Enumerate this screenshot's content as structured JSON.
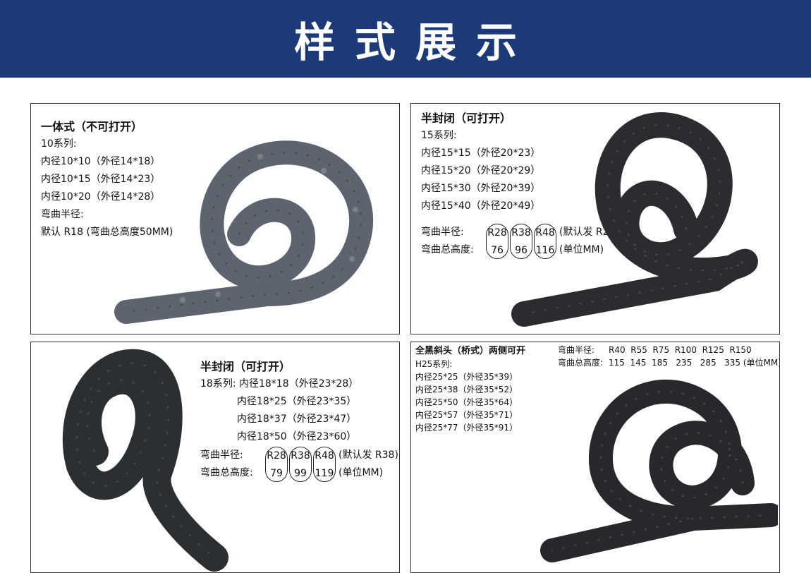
{
  "banner": {
    "title": "样式展示"
  },
  "panel1": {
    "heading": "一体式（不可打开）",
    "series": "10系列:",
    "sizes": [
      "内径10*10（外径14*18）",
      "内径10*15（外径14*23）",
      "内径10*20（外径14*28）"
    ],
    "bend_label": "弯曲半径:",
    "bend_default": "默认 R18 (弯曲总高度50MM)"
  },
  "panel2": {
    "heading": "半封闭（可打开）",
    "series": "15系列:",
    "sizes": [
      "内径15*15（外径20*23）",
      "内径15*20（外径20*29）",
      "内径15*30（外径20*39）",
      "内径15*40（外径20*49）"
    ],
    "bend_label": "弯曲半径:",
    "height_label": "弯曲总高度:",
    "radii": [
      "R28",
      "R38",
      "R48"
    ],
    "heights": [
      "76",
      "96",
      "116"
    ],
    "default_note": "(默认发 R28)",
    "unit_note": "(单位MM)"
  },
  "panel3": {
    "heading": "半封闭（可打开）",
    "series": "18系列:",
    "sizes": [
      "内径18*18（外径23*28）",
      "内径18*25（外径23*35）",
      "内径18*37（外径23*47）",
      "内径18*50（外径23*60）"
    ],
    "bend_label": "弯曲半径:",
    "height_label": "弯曲总高度:",
    "radii": [
      "R28",
      "R38",
      "R48"
    ],
    "heights": [
      "79",
      "99",
      "119"
    ],
    "default_note": "(默认发 R38)",
    "unit_note": "(单位MM)"
  },
  "panel4": {
    "heading": "全黑斜头（桥式）两侧可开",
    "series": "H25系列:",
    "sizes": [
      "内径25*25（外径35*39）",
      "内径25*38（外径35*52）",
      "内径25*50（外径35*64）",
      "内径25*57（外径35*71）",
      "内径25*77（外径35*91）"
    ],
    "bend_label": "弯曲半径:",
    "radii_line": "R40  R55  R75  R100  R125  R150",
    "height_label": "弯曲总高度:",
    "heights_line": "115  145  185   235   285   335 (单位MM)"
  },
  "colors": {
    "banner_bg": "#1d3a78",
    "chain_gray": "#5d6470",
    "chain_black": "#2a2c30"
  },
  "icons": [
    "drag-chain-gray-image",
    "drag-chain-black-image",
    "drag-chain-black-image",
    "drag-chain-bridge-image"
  ]
}
